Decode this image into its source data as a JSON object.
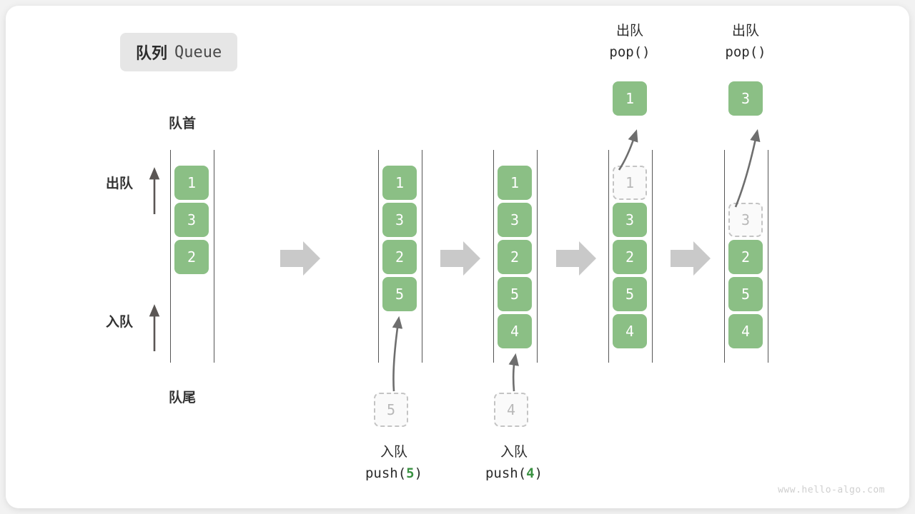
{
  "title": {
    "cn": "队列",
    "en": "Queue"
  },
  "labels": {
    "head": "队首",
    "tail": "队尾",
    "dequeue": "出队",
    "enqueue": "入队"
  },
  "watermark": "www.hello-algo.com",
  "colors": {
    "box_green": "#8bbf85",
    "ghost_border": "#c4c4c4",
    "ghost_text": "#b8b8b8",
    "rail": "#555555",
    "step_arrow": "#c9c9c9",
    "accent_code_number": "#3a9142",
    "badge_bg": "#e6e6e6",
    "card_bg": "#ffffff",
    "page_bg": "#f2f2f2"
  },
  "steps": [
    {
      "id": "state-initial",
      "items": [
        "1",
        "3",
        "2"
      ],
      "ghost": null,
      "caption": null
    },
    {
      "id": "push-5",
      "items": [
        "1",
        "3",
        "2",
        "5"
      ],
      "ghost": null,
      "incoming": "5",
      "caption": {
        "cn": "入队",
        "code_prefix": "push(",
        "code_value": "5",
        "code_suffix": ")"
      }
    },
    {
      "id": "push-4",
      "items": [
        "1",
        "3",
        "2",
        "5",
        "4"
      ],
      "ghost": null,
      "incoming": "4",
      "caption": {
        "cn": "入队",
        "code_prefix": "push(",
        "code_value": "4",
        "code_suffix": ")"
      }
    },
    {
      "id": "pop-1",
      "items": [
        "3",
        "2",
        "5",
        "4"
      ],
      "ghost": "1",
      "popped": "1",
      "caption": {
        "cn": "出队",
        "code_prefix": "pop(",
        "code_value": "",
        "code_suffix": ")"
      }
    },
    {
      "id": "pop-3",
      "items": [
        "2",
        "5",
        "4"
      ],
      "ghost": "3",
      "popped": "3",
      "caption": {
        "cn": "出队",
        "code_prefix": "pop(",
        "code_value": "",
        "code_suffix": ")"
      }
    }
  ],
  "columns": {
    "c1": {
      "boxes": [
        "1",
        "3",
        "2"
      ]
    },
    "c2": {
      "boxes": [
        "1",
        "3",
        "2",
        "5"
      ],
      "incoming_ghost": "5",
      "cap_cn": "入队",
      "cap_code": "push(5)"
    },
    "c3": {
      "boxes": [
        "1",
        "3",
        "2",
        "5",
        "4"
      ],
      "incoming_ghost": "4",
      "cap_cn": "入队",
      "cap_code": "push(4)"
    },
    "c4": {
      "ghost_top": "1",
      "boxes": [
        "3",
        "2",
        "5",
        "4"
      ],
      "popped": "1",
      "cap_cn": "出队",
      "cap_code": "pop()"
    },
    "c5": {
      "ghost_slot2": "3",
      "boxes": [
        "2",
        "5",
        "4"
      ],
      "popped": "3",
      "cap_cn": "出队",
      "cap_code": "pop()"
    }
  }
}
